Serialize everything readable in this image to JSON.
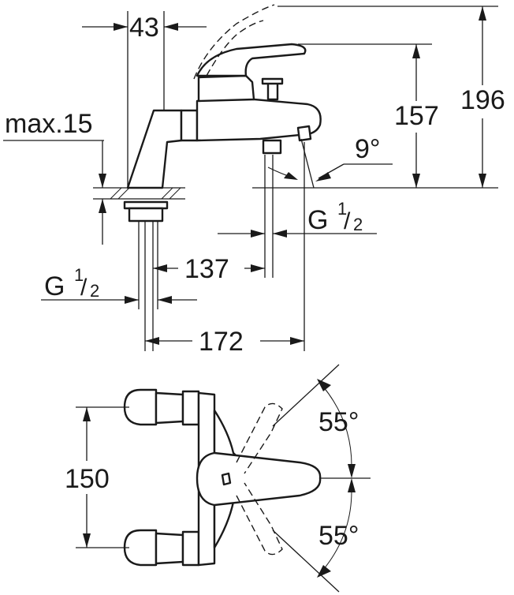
{
  "side_view": {
    "dim_43": "43",
    "dim_196": "196",
    "dim_157": "157",
    "dim_max15": "max.15",
    "angle_spout": "9°",
    "thread_outlet": {
      "letter": "G",
      "num": "1",
      "den": "2"
    },
    "dim_137": "137",
    "thread_inlet": {
      "letter": "G",
      "num": "1",
      "den": "2"
    },
    "dim_172": "172"
  },
  "top_view": {
    "dim_150": "150",
    "angle_upper": "55°",
    "angle_lower": "55°"
  }
}
